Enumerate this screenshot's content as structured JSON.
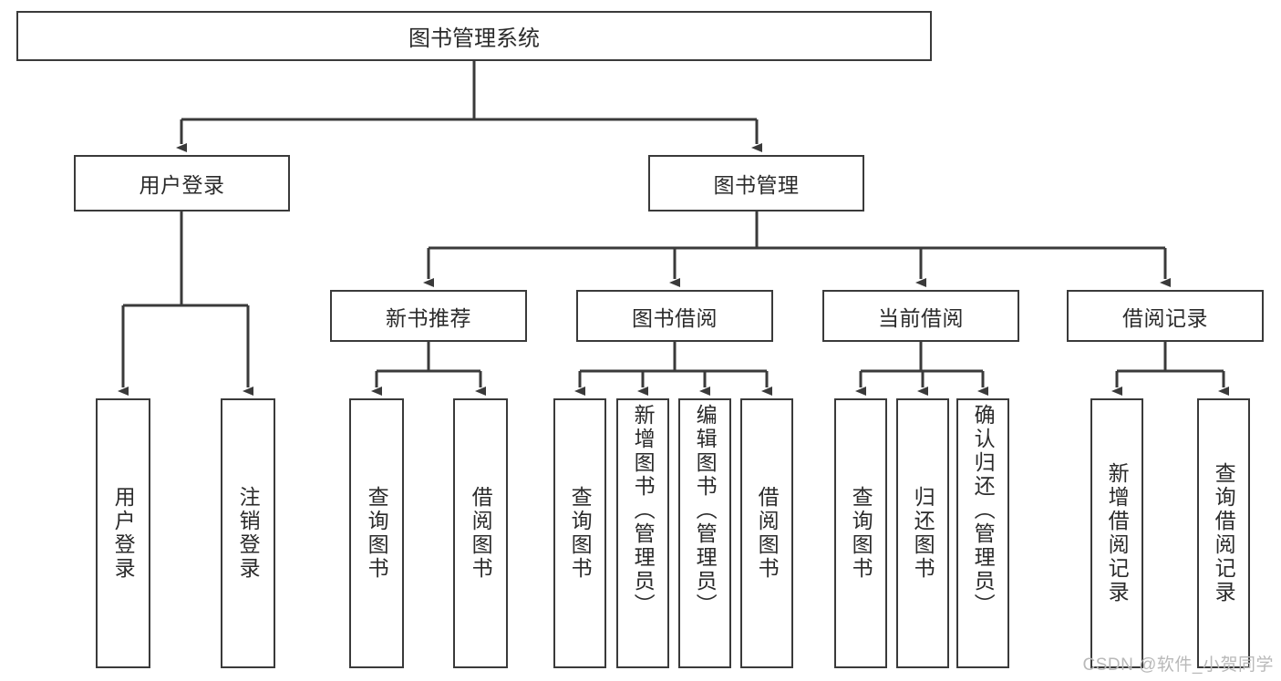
{
  "diagram": {
    "title": "图书管理系统",
    "type": "tree-hierarchy-chart",
    "line_color": "#3a3a3a",
    "text_color": "#2b2b2b",
    "background": "#ffffff",
    "nodes": {
      "root": {
        "label": "图书管理系统"
      },
      "level2": [
        {
          "id": "user-login",
          "label": "用户登录"
        },
        {
          "id": "book-management",
          "label": "图书管理"
        }
      ],
      "level3": [
        {
          "id": "new-book-recommend",
          "label": "新书推荐"
        },
        {
          "id": "book-borrow",
          "label": "图书借阅"
        },
        {
          "id": "current-borrow",
          "label": "当前借阅"
        },
        {
          "id": "borrow-record",
          "label": "借阅记录"
        }
      ],
      "leaves": {
        "user_login": [
          {
            "id": "leaf-user-login",
            "label": "用户登录"
          },
          {
            "id": "leaf-logout-login",
            "label": "注销登录"
          }
        ],
        "new_book_recommend": [
          {
            "id": "leaf-query-book-1",
            "label": "查询图书"
          },
          {
            "id": "leaf-borrow-book-1",
            "label": "借阅图书"
          }
        ],
        "book_borrow": [
          {
            "id": "leaf-query-book-2",
            "label": "查询图书"
          },
          {
            "id": "leaf-add-book",
            "label": "新增图书（管理员）"
          },
          {
            "id": "leaf-edit-book",
            "label": "编辑图书（管理员）"
          },
          {
            "id": "leaf-borrow-book-2",
            "label": "借阅图书"
          }
        ],
        "current_borrow": [
          {
            "id": "leaf-query-book-3",
            "label": "查询图书"
          },
          {
            "id": "leaf-return-book",
            "label": "归还图书"
          },
          {
            "id": "leaf-confirm-return",
            "label": "确认归还（管理员）"
          }
        ],
        "borrow_record": [
          {
            "id": "leaf-add-record",
            "label": "新增借阅记录"
          },
          {
            "id": "leaf-query-record",
            "label": "查询借阅记录"
          }
        ]
      }
    }
  },
  "watermark": {
    "text": "CSDN @软件_小贺同学"
  }
}
